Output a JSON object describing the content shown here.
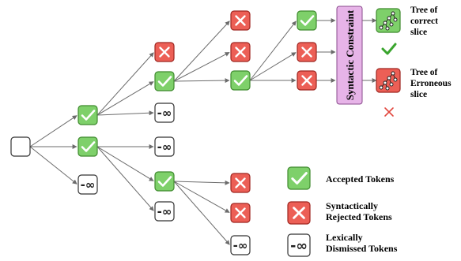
{
  "colors": {
    "accepted_fill": "#7ed06a",
    "accepted_stroke": "#3f8a2e",
    "rejected_fill": "#ec5f56",
    "rejected_stroke": "#9e2620",
    "dismissed_fill": "#ffffff",
    "dismissed_stroke": "#333333",
    "constraint_fill": "#e7b4e8",
    "constraint_stroke": "#8a4a8c",
    "check_green": "#3aa52e",
    "cross_red": "#e2483f",
    "edge": "#6b6b6b"
  },
  "icons": {
    "accepted": "check-icon",
    "rejected": "cross-icon",
    "dismissed": "negative-infinity-icon"
  },
  "node_symbols": {
    "dismissed": "-∞"
  },
  "constraint": {
    "label": "Syntactic Constraint"
  },
  "outputs": {
    "correct": {
      "lines": [
        "Tree of",
        "correct",
        "slice"
      ],
      "mark_icon": "check-icon"
    },
    "erroneous": {
      "lines": [
        "Tree of",
        "Erroneous",
        "slice"
      ],
      "mark_icon": "cross-icon"
    }
  },
  "legend": [
    {
      "kind": "accepted",
      "lines": [
        "Accepted Tokens"
      ]
    },
    {
      "kind": "rejected",
      "lines": [
        "Syntactically",
        "Rejected Tokens"
      ]
    },
    {
      "kind": "dismissed",
      "lines": [
        "Lexically",
        "Dismissed Tokens"
      ]
    }
  ]
}
